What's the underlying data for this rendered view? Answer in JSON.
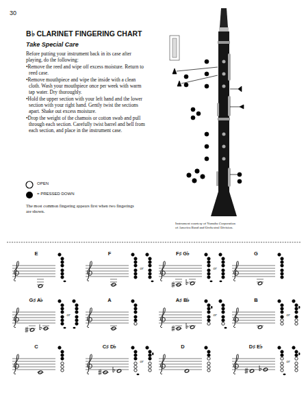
{
  "diagram": {
    "title": "B♭ CLARINET FINGERING CHART",
    "labels": [
      "30",
      "Take Special Care",
      "Before putting your instrument back in its case after playing, do the following:",
      "•Remove the reed and wipe off excess moisture. Return to reed case.",
      "•Remove mouthpiece and wipe the inside with a clean cloth. Wash your mouthpiece once per week with warm tap water. Dry thoroughly.",
      "•Hold the upper section with your left hand and the lower section with your right hand. Gently twist the sections apart. Shake out excess moisture.",
      "•Drop the weight of the chamois or cotton swab and pull through each section. Carefully twist barrel and bell from each section, and place in the instrument case.",
      "The most common fingering appears first when two fingerings are shown.",
      "Instrument courtesy of Yamaha Corporation of America Band and Orchestral Division.",
      "E",
      "F",
      "F♯ G♭",
      "G",
      "G♯ A♭",
      "A",
      "A♯ B♭",
      "B",
      "C",
      "C♯ D♭",
      "D",
      "D♯ E♭",
      "or",
      "or",
      "or",
      "or",
      "or",
      "or",
      "or"
    ],
    "legend": [
      {
        "text": "OPEN"
      },
      {
        "text": "= PRESSED DOWN"
      }
    ]
  }
}
